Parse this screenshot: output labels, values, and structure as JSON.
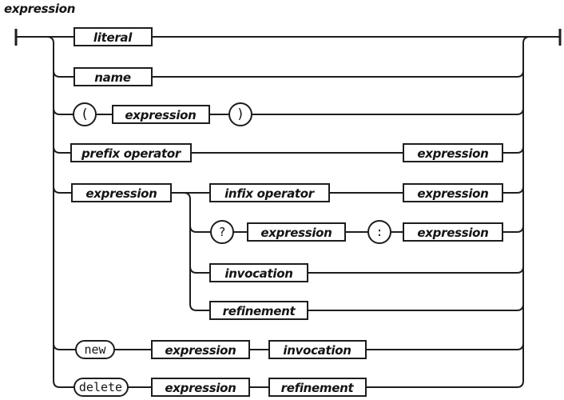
{
  "title": "expression",
  "colors": {
    "line": "#1d1d1b",
    "box_fill": "#ffffff",
    "text": "#141414",
    "background": "#ffffff"
  },
  "labels": {
    "literal": "literal",
    "name": "name",
    "open_paren": "(",
    "close_paren": ")",
    "expression": "expression",
    "prefix_operator": "prefix operator",
    "infix_operator": "infix operator",
    "question": "?",
    "colon": ":",
    "invocation": "invocation",
    "refinement": "refinement",
    "new_kw": "new",
    "delete_kw": "delete"
  },
  "grammar": {
    "rule": "expression",
    "alternatives": [
      [
        "literal"
      ],
      [
        "name"
      ],
      [
        "(",
        "expression",
        ")"
      ],
      [
        "prefix operator",
        "expression"
      ],
      [
        "expression",
        {
          "one_of": [
            [
              "infix operator",
              "expression"
            ],
            [
              "?",
              "expression",
              ":",
              "expression"
            ],
            [
              "invocation"
            ],
            [
              "refinement"
            ]
          ]
        }
      ],
      [
        "new",
        "expression",
        "invocation"
      ],
      [
        "delete",
        "expression",
        "refinement"
      ]
    ]
  }
}
